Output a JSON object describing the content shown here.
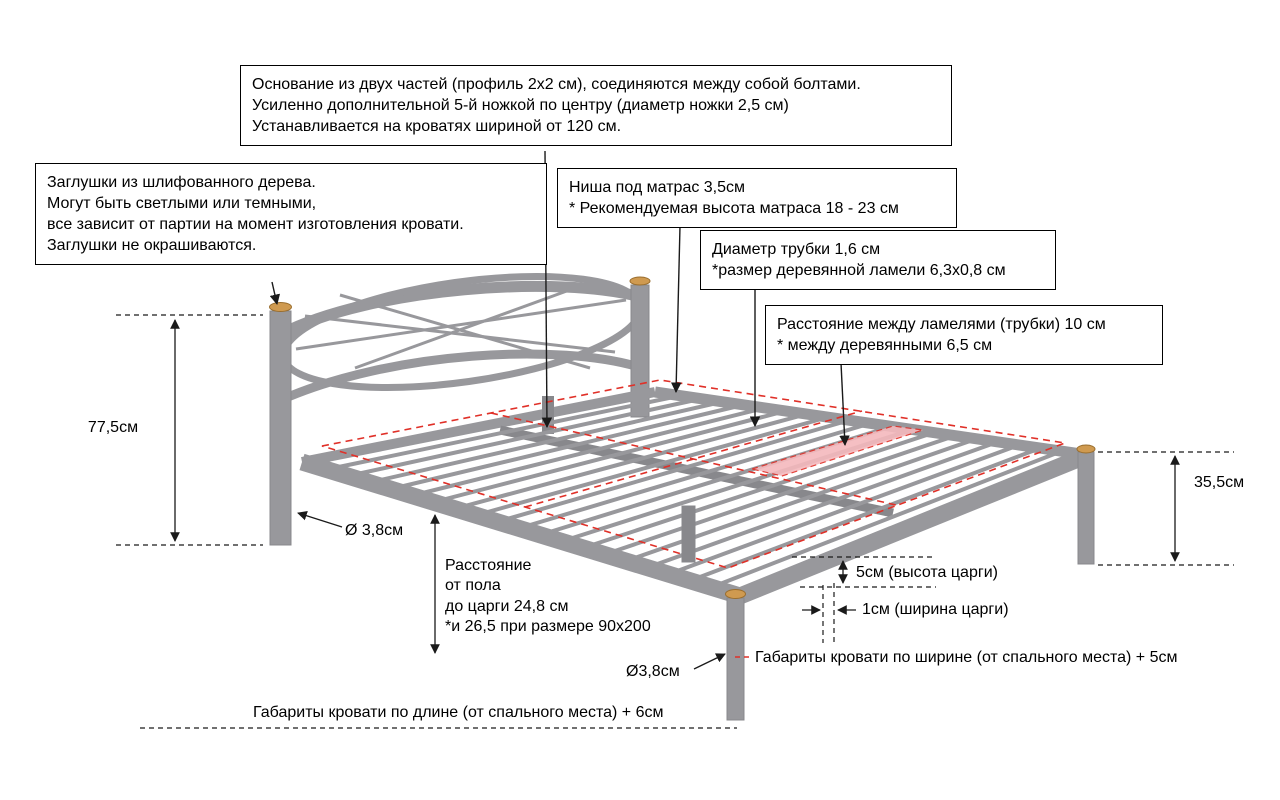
{
  "colors": {
    "frame": "#98989c",
    "frame_dark": "#88888c",
    "red": "#e03028",
    "pink": "#f4b9bd",
    "wood": "#cf9a50",
    "line": "#1a1a1a"
  },
  "callouts": {
    "base": "Основание из двух частей (профиль 2х2 см), соединяются между собой болтами.\nУсиленно дополнительной 5-й ножкой по центру (диаметр ножки 2,5 см)\nУстанавливается на кроватях шириной от 120 см.",
    "plugs": "Заглушки из шлифованного дерева.\nМогут быть светлыми или темными,\nвсе зависит от партии на момент изготовления кровати.\nЗаглушки не окрашиваются.",
    "niche": "Ниша под матрас 3,5см\n* Рекомендуемая высота матраса 18 - 23 см",
    "tube": "Диаметр трубки 1,6 см\n*размер деревянной ламели 6,3х0,8 см",
    "slat_gap": "Расстояние между ламелями (трубки) 10 см\n* между деревянными 6,5 см"
  },
  "dimensions": {
    "headboard_height": "77,5см",
    "leg_diameter_left": "Ø 3,8см",
    "floor_to_rail": "Расстояние\nот пола\nдо царги 24,8 см\n*и 26,5 при размере 90х200",
    "footboard_height": "35,5см",
    "rail_height": "5см (высота царги)",
    "rail_width": "1см (ширина царги)",
    "leg_diameter_front": "Ø3,8см",
    "overall_width": "Габариты кровати по ширине (от спального места) + 5см",
    "overall_length": "Габариты кровати по длине (от спального места) + 6см"
  }
}
